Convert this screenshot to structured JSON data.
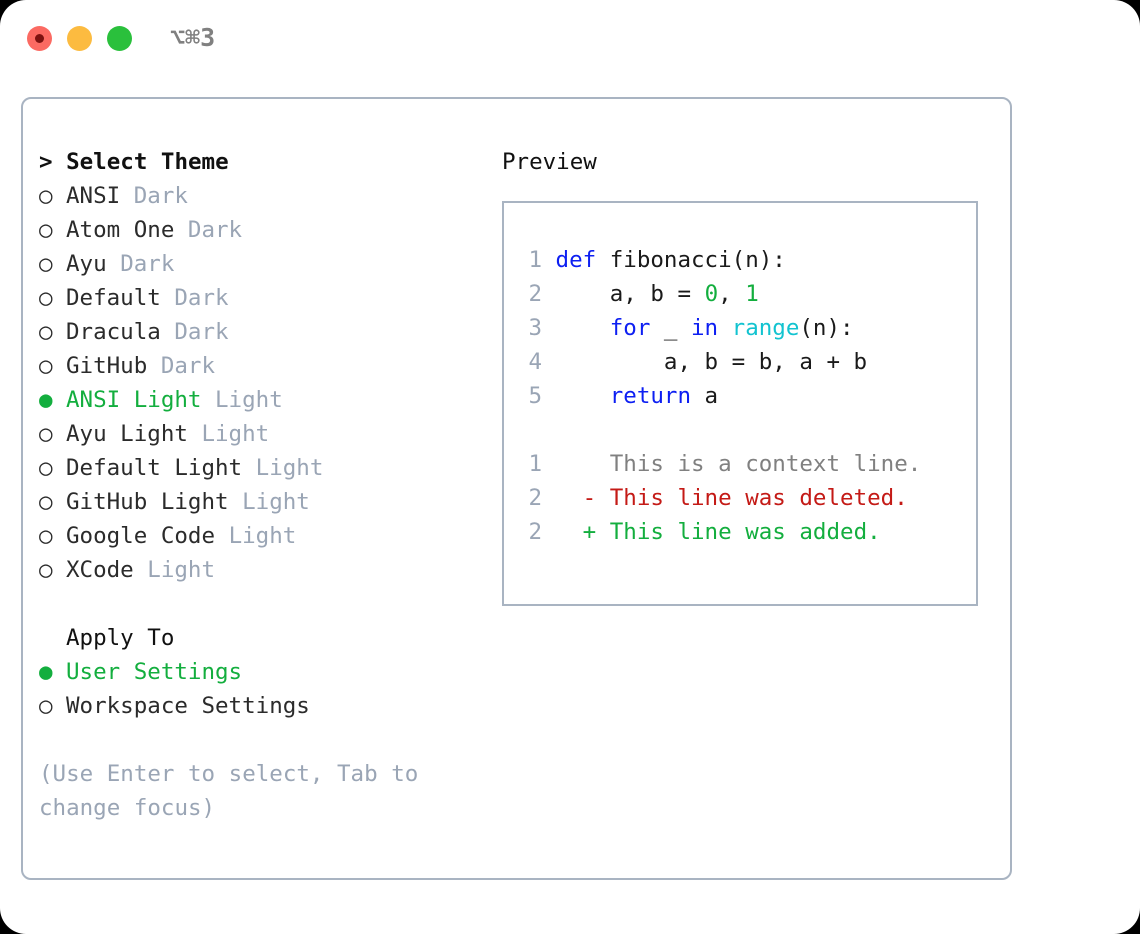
{
  "titlebar": {
    "shortcut": "⌥⌘3",
    "buttons": [
      {
        "name": "close",
        "color": "#fb6a62"
      },
      {
        "name": "minimize",
        "color": "#fcbb40"
      },
      {
        "name": "zoom",
        "color": "#2ac03c"
      }
    ]
  },
  "theme_list": {
    "header": "> Select Theme",
    "items": [
      {
        "bullet": "○",
        "label": "ANSI",
        "kind": "Dark",
        "selected": false
      },
      {
        "bullet": "○",
        "label": "Atom One",
        "kind": "Dark",
        "selected": false
      },
      {
        "bullet": "○",
        "label": "Ayu",
        "kind": "Dark",
        "selected": false
      },
      {
        "bullet": "○",
        "label": "Default",
        "kind": "Dark",
        "selected": false
      },
      {
        "bullet": "○",
        "label": "Dracula",
        "kind": "Dark",
        "selected": false
      },
      {
        "bullet": "○",
        "label": "GitHub",
        "kind": "Dark",
        "selected": false
      },
      {
        "bullet": "●",
        "label": "ANSI Light",
        "kind": "Light",
        "selected": true
      },
      {
        "bullet": "○",
        "label": "Ayu Light",
        "kind": "Light",
        "selected": false
      },
      {
        "bullet": "○",
        "label": "Default Light",
        "kind": "Light",
        "selected": false
      },
      {
        "bullet": "○",
        "label": "GitHub Light",
        "kind": "Light",
        "selected": false
      },
      {
        "bullet": "○",
        "label": "Google Code",
        "kind": "Light",
        "selected": false
      },
      {
        "bullet": "○",
        "label": "XCode",
        "kind": "Light",
        "selected": false
      }
    ]
  },
  "apply_to": {
    "header": "Apply To",
    "items": [
      {
        "bullet": "●",
        "label": "User Settings",
        "selected": true
      },
      {
        "bullet": "○",
        "label": "Workspace Settings",
        "selected": false
      }
    ]
  },
  "hint": "(Use Enter to select, Tab to change focus)",
  "preview": {
    "title": "Preview",
    "code_lines": [
      {
        "no": "1",
        "tokens": [
          {
            "t": "def ",
            "c": "kw"
          },
          {
            "t": "fibonacci(n):",
            "c": "plain"
          }
        ]
      },
      {
        "no": "2",
        "tokens": [
          {
            "t": "    a, b = ",
            "c": "plain"
          },
          {
            "t": "0",
            "c": "num"
          },
          {
            "t": ", ",
            "c": "plain"
          },
          {
            "t": "1",
            "c": "num"
          }
        ]
      },
      {
        "no": "3",
        "tokens": [
          {
            "t": "    ",
            "c": "plain"
          },
          {
            "t": "for",
            "c": "kw"
          },
          {
            "t": " _ ",
            "c": "plain"
          },
          {
            "t": "in",
            "c": "kw"
          },
          {
            "t": " ",
            "c": "plain"
          },
          {
            "t": "range",
            "c": "builtin"
          },
          {
            "t": "(n):",
            "c": "plain"
          }
        ]
      },
      {
        "no": "4",
        "tokens": [
          {
            "t": "        a, b = b, a + b",
            "c": "plain"
          }
        ]
      },
      {
        "no": "5",
        "tokens": [
          {
            "t": "    ",
            "c": "plain"
          },
          {
            "t": "return",
            "c": "kw"
          },
          {
            "t": " a",
            "c": "plain"
          }
        ]
      }
    ],
    "diff_lines": [
      {
        "no": "1",
        "marker": " ",
        "text": " This is a context line.",
        "kind": "ctx"
      },
      {
        "no": "2",
        "marker": "-",
        "text": " This line was deleted.",
        "kind": "del"
      },
      {
        "no": "2",
        "marker": "+",
        "text": " This line was added.",
        "kind": "add"
      }
    ]
  },
  "colors": {
    "accent_green": "#13ae3e",
    "muted": "#9aa5b5",
    "border": "#a9b4c2",
    "keyword_blue": "#0d1ff2",
    "builtin_cyan": "#12c3d0",
    "diff_red": "#c41a16"
  }
}
